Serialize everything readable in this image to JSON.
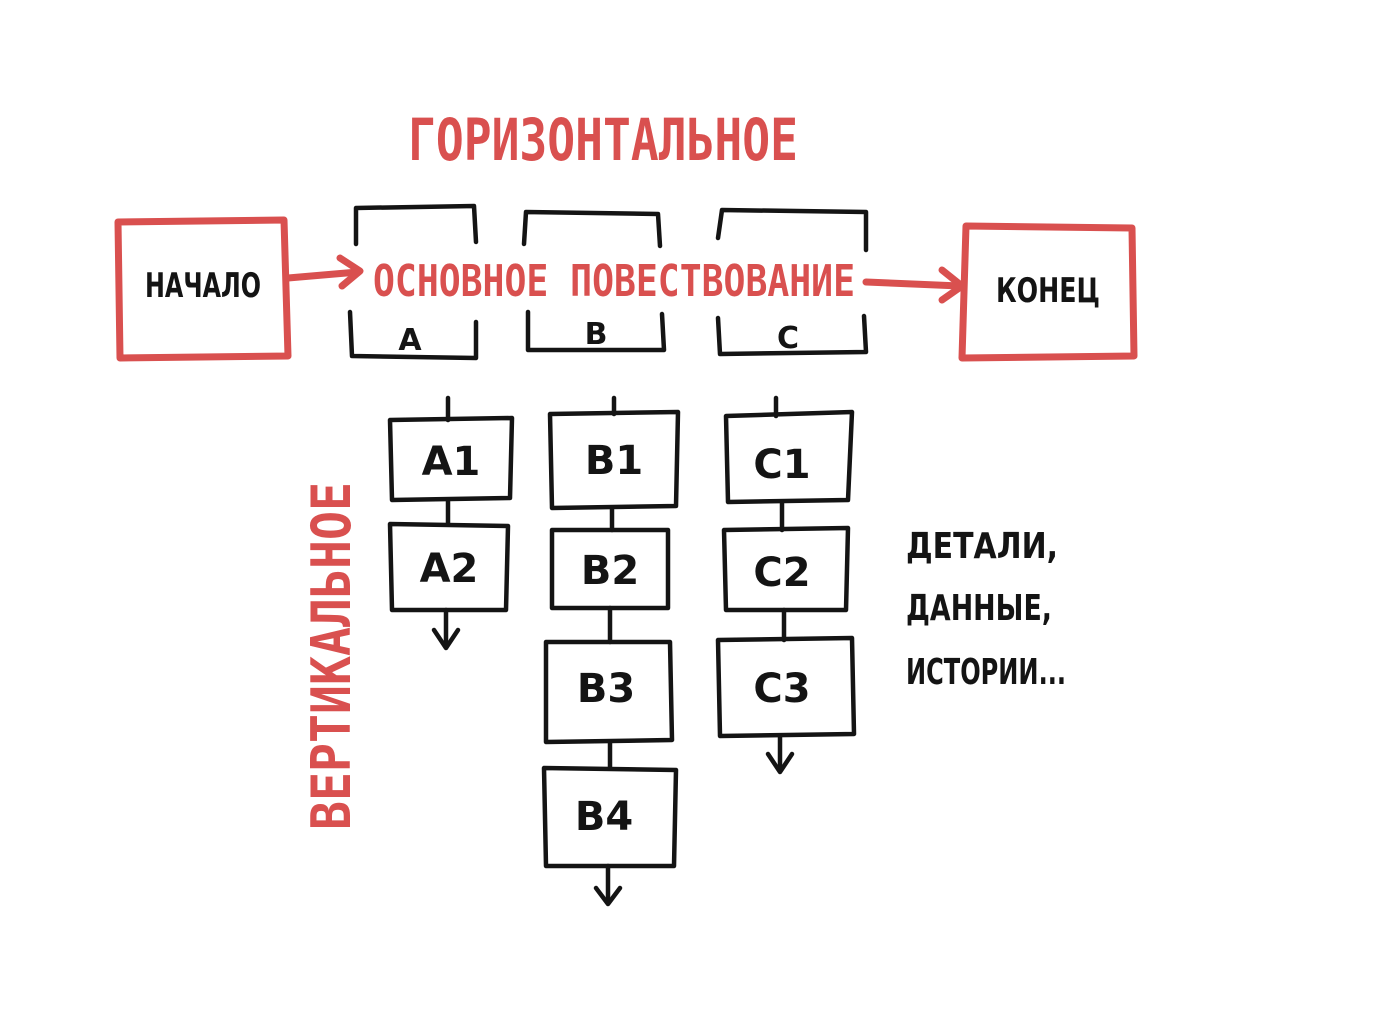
{
  "colors": {
    "accent": "#d9504f",
    "ink": "#141414",
    "background": "#ffffff"
  },
  "titles": {
    "horizontal": "ГОРИЗОНТАЛЬНОЕ",
    "vertical": "ВЕРТИКАЛЬНОЕ"
  },
  "main": {
    "start": "НАЧАЛО",
    "end": "КОНЕЦ",
    "narrative": "ОСНОВНОЕ ПОВЕСТВОВАНИЕ"
  },
  "segments": [
    {
      "letter": "A",
      "items": [
        "A1",
        "A2"
      ]
    },
    {
      "letter": "B",
      "items": [
        "B1",
        "B2",
        "B3",
        "B4"
      ]
    },
    {
      "letter": "C",
      "items": [
        "C1",
        "C2",
        "C3"
      ]
    }
  ],
  "details": [
    "ДЕТАЛИ,",
    "ДАННЫЕ,",
    "ИСТОРИИ..."
  ]
}
